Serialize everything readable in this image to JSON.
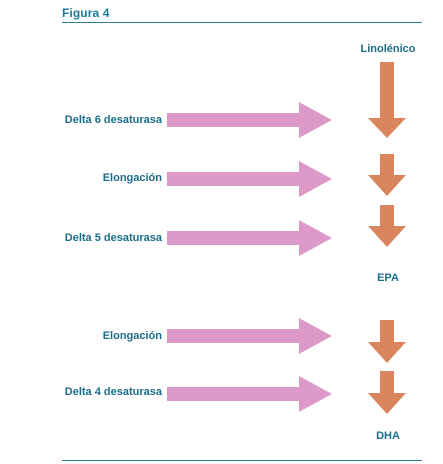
{
  "figure": {
    "title": "Figura 4"
  },
  "products": {
    "start": "Linolénico",
    "middle": "EPA",
    "end": "DHA"
  },
  "steps": [
    {
      "label": "Delta 6 desaturasa"
    },
    {
      "label": "Elongación"
    },
    {
      "label": "Delta 5 desaturasa"
    },
    {
      "label": "Elongación"
    },
    {
      "label": "Delta 4 desaturasa"
    }
  ],
  "colors": {
    "enzyme_arrow": "#dd9ac8",
    "pathway_arrow": "#d9865f",
    "text": "#1c6d8a",
    "rule": "#2f7a99"
  }
}
